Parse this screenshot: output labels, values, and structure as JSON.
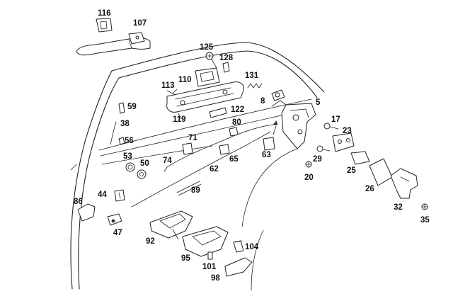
{
  "diagram": {
    "labels": [
      {
        "id": "116",
        "text": "116"
      },
      {
        "id": "107",
        "text": "107"
      },
      {
        "id": "125",
        "text": "125"
      },
      {
        "id": "128",
        "text": "128"
      },
      {
        "id": "110",
        "text": "110"
      },
      {
        "id": "131",
        "text": "131"
      },
      {
        "id": "113",
        "text": "113"
      },
      {
        "id": "8",
        "text": "8"
      },
      {
        "id": "5",
        "text": "5"
      },
      {
        "id": "119",
        "text": "119"
      },
      {
        "id": "122",
        "text": "122"
      },
      {
        "id": "59",
        "text": "59"
      },
      {
        "id": "38",
        "text": "38"
      },
      {
        "id": "56",
        "text": "56"
      },
      {
        "id": "80",
        "text": "80"
      },
      {
        "id": "71",
        "text": "71"
      },
      {
        "id": "17",
        "text": "17"
      },
      {
        "id": "23",
        "text": "23"
      },
      {
        "id": "53",
        "text": "53"
      },
      {
        "id": "50",
        "text": "50"
      },
      {
        "id": "74",
        "text": "74"
      },
      {
        "id": "65",
        "text": "65"
      },
      {
        "id": "63",
        "text": "63"
      },
      {
        "id": "29",
        "text": "29"
      },
      {
        "id": "25",
        "text": "25"
      },
      {
        "id": "62",
        "text": "62"
      },
      {
        "id": "20",
        "text": "20"
      },
      {
        "id": "26",
        "text": "26"
      },
      {
        "id": "89",
        "text": "89"
      },
      {
        "id": "44",
        "text": "44"
      },
      {
        "id": "86",
        "text": "86"
      },
      {
        "id": "32",
        "text": "32"
      },
      {
        "id": "35",
        "text": "35"
      },
      {
        "id": "47",
        "text": "47"
      },
      {
        "id": "92",
        "text": "92"
      },
      {
        "id": "104",
        "text": "104"
      },
      {
        "id": "95",
        "text": "95"
      },
      {
        "id": "101",
        "text": "101"
      },
      {
        "id": "98",
        "text": "98"
      }
    ]
  }
}
